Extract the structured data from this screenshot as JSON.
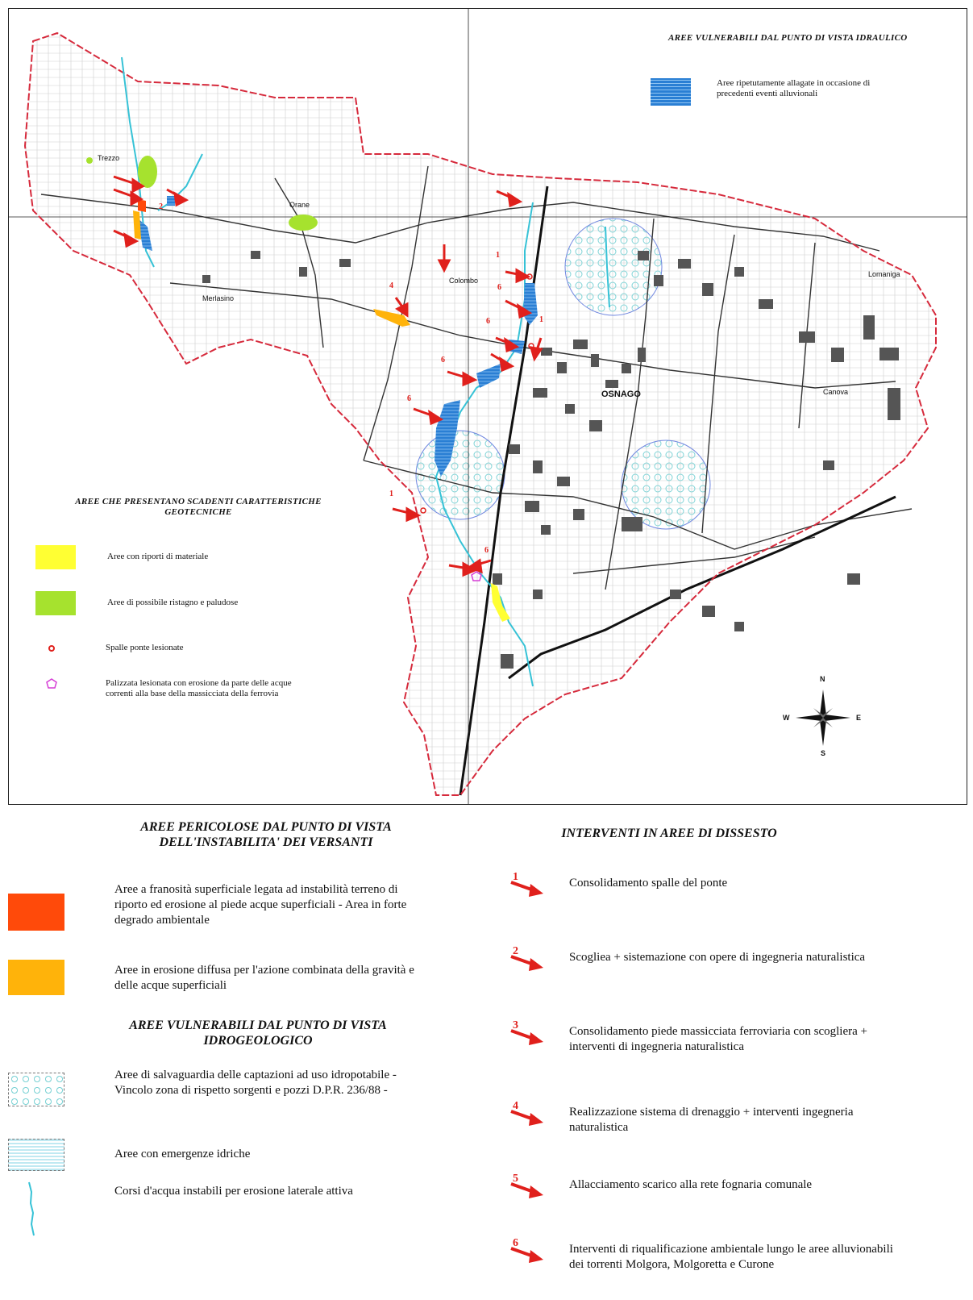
{
  "map": {
    "top_legend": {
      "title": "AREE  VULNERABILI DAL PUNTO DI VISTA IDRAULICO",
      "flooded_label": "Aree  ripetutamente allagate in occasione di precedenti eventi alluvionali",
      "flooded_color": "#2a7fd4"
    },
    "left_legend": {
      "title": "AREE  CHE PRESENTANO SCADENTI CARATTERISTICHE GEOTECNICHE",
      "items": [
        {
          "label": "Aree con riporti di materiale",
          "color": "#ffff33"
        },
        {
          "label": "Aree  di possibile ristagno e paludose",
          "color": "#a6e22e"
        },
        {
          "label": "Spalle ponte lesionate",
          "color": "#e0201c"
        },
        {
          "label": "Palizzata lesionata con erosione da parte delle acque correnti alla base della massicciata della ferrovia",
          "color": "#d63fd6"
        }
      ]
    },
    "place_names": [
      "Trezzo",
      "Orane",
      "Colombo",
      "OSNAGO",
      "Merlasino",
      "Canova",
      "Lomaniga"
    ],
    "compass": {
      "n": "N",
      "s": "S",
      "e": "E",
      "w": "W"
    },
    "colors": {
      "boundary": "#d62a3c",
      "stream": "#36c2d6",
      "roads": "#333333",
      "protection_zone": "#cfeff0",
      "protection_outline": "#6f86e0"
    }
  },
  "legend_bottom_left": {
    "section1_title": "AREE  PERICOLOSE DAL PUNTO DI VISTA DELL'INSTABILITA' DEI VERSANTI",
    "section1_items": [
      {
        "label": "Aree a franosità superficiale legata ad instabilità terreno di riporto ed erosione al piede acque superficiali - Area in forte degrado ambientale",
        "color": "#ff4a0a"
      },
      {
        "label": "Aree in erosione diffusa per l'azione combinata della gravità e delle acque superficiali",
        "color": "#ffb30a"
      }
    ],
    "section2_title": "AREE  VULNERABILI DAL PUNTO DI VISTA IDROGEOLOGICO",
    "section2_items": [
      {
        "label": "Aree di salvaguardia delle captazioni ad uso idropotabile - Vincolo zona di rispetto sorgenti e pozzi D.P.R. 236/88 -"
      },
      {
        "label": "Aree  con emergenze idriche"
      },
      {
        "label": "Corsi d'acqua instabili per erosione laterale attiva"
      }
    ]
  },
  "legend_bottom_right": {
    "title": "INTERVENTI IN AREE DI DISSESTO",
    "arrow_color": "#e0201c",
    "items": [
      {
        "num": "1",
        "label": "Consolidamento spalle del ponte"
      },
      {
        "num": "2",
        "label": "Scogliea + sistemazione con opere di ingegneria naturalistica"
      },
      {
        "num": "3",
        "label": "Consolidamento piede massicciata ferroviaria con scogliera + interventi di ingegneria naturalistica"
      },
      {
        "num": "4",
        "label": "Realizzazione sistema di drenaggio + interventi ingegneria naturalistica"
      },
      {
        "num": "5",
        "label": "Allacciamento scarico alla rete fognaria comunale"
      },
      {
        "num": "6",
        "label": "Interventi di riqualificazione ambientale lungo le aree alluvionabili  dei torrenti Molgora, Molgoretta e Curone"
      }
    ]
  }
}
